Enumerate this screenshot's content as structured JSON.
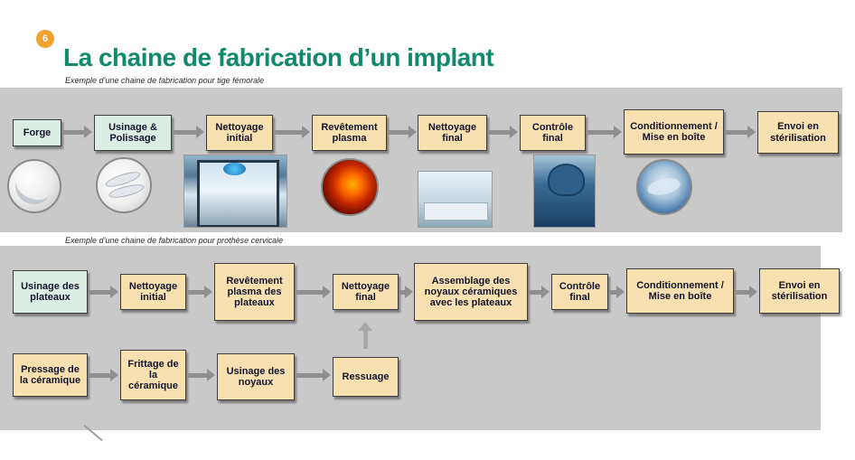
{
  "slide": {
    "badge": "6",
    "title": "La chaine de fabrication d’un implant"
  },
  "colors": {
    "title_green": "#0f8a6d",
    "badge_orange": "#f2a12d",
    "band_gray": "#c9c9c9",
    "box_mint": "#dcede4",
    "box_tan": "#f8e0b0",
    "arrow_gray": "#8f8f8f"
  },
  "chain_femoral": {
    "caption": "Exemple d’une chaine de fabrication pour tige fémorale",
    "steps": [
      "Forge",
      "Usinage & Polissage",
      "Nettoyage initial",
      "Revêtement plasma",
      "Nettoyage final",
      "Contrôle final",
      "Conditionnement / Mise en boîte",
      "Envoi en stérilisation"
    ],
    "photos": [
      "forged-stem-photo",
      "polished-stems-photo",
      "machining-station-photo",
      "plasma-coating-photo",
      "final-cleaning-room-photo",
      "final-inspection-operator-photo",
      "boxing-gloved-hands-photo"
    ]
  },
  "chain_cervical": {
    "caption": "Exemple d’une chaine de fabrication pour prothèse cervicale",
    "plateau_steps": [
      "Usinage des plateaux",
      "Nettoyage initial",
      "Revêtement plasma des plateaux",
      "Nettoyage final",
      "Assemblage des noyaux céramiques avec les plateaux",
      "Contrôle final",
      "Conditionnement / Mise en boîte",
      "Envoi en stérilisation"
    ],
    "ceramic_steps": [
      "Pressage de la céramique",
      "Frittage de la céramique",
      "Usinage des noyaux",
      "Ressuage"
    ]
  }
}
